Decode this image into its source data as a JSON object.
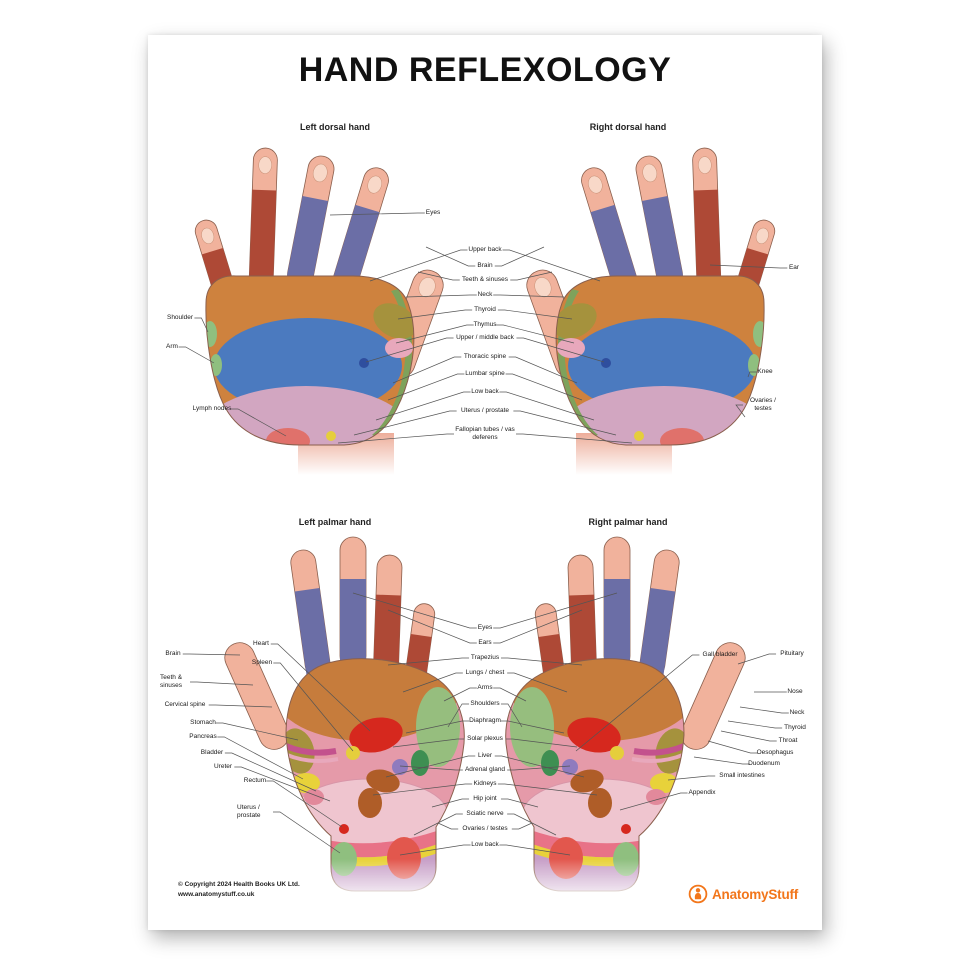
{
  "poster": {
    "title": "HAND REFLEXOLOGY",
    "subtitles": {
      "dorsal_left": "Left dorsal hand",
      "dorsal_right": "Right dorsal hand",
      "palmar_left": "Left palmar hand",
      "palmar_right": "Right palmar hand"
    }
  },
  "labels": {
    "d_eyes": "Eyes",
    "d_shoulder": "Shoulder",
    "d_arm": "Arm",
    "d_lymph_nodes": "Lymph nodes",
    "d_ear": "Ear",
    "d_knee": "Knee",
    "d_ovaries_testes": "Ovaries / testes",
    "d_upper_back": "Upper back",
    "d_brain": "Brain",
    "d_teeth_sinuses": "Teeth & sinuses",
    "d_neck": "Neck",
    "d_thyroid": "Thyroid",
    "d_thymus": "Thymus",
    "d_upper_middle_back": "Upper / middle back",
    "d_thoracic_spine": "Thoracic spine",
    "d_lumbar_spine": "Lumbar spine",
    "d_low_back": "Low back",
    "d_uterus_prostate": "Uterus / prostate",
    "d_fallopian_tubes": "Fallopian tubes / vas deferens",
    "p_heart": "Heart",
    "p_spleen": "Spleen",
    "p_brain": "Brain",
    "p_teeth_sinuses": "Teeth & sinuses",
    "p_cervical_spine": "Cervical spine",
    "p_stomach": "Stomach",
    "p_pancreas": "Pancreas",
    "p_bladder": "Bladder",
    "p_ureter": "Ureter",
    "p_rectum": "Rectum",
    "p_uterus_prostate": "Uterus / prostate",
    "p_eyes": "Eyes",
    "p_ears": "Ears",
    "p_trapezius": "Trapezius",
    "p_lungs_chest": "Lungs / chest",
    "p_arms": "Arms",
    "p_shoulders": "Shoulders",
    "p_diaphragm": "Diaphragm",
    "p_solar_plexus": "Solar plexus",
    "p_liver": "Liver",
    "p_adrenal_gland": "Adrenal gland",
    "p_kidneys": "Kidneys",
    "p_hip_joint": "Hip joint",
    "p_sciatic_nerve": "Sciatic nerve",
    "p_ovaries_testes": "Ovaries / testes",
    "p_low_back": "Low back",
    "p_gall_bladder": "Gall bladder",
    "p_appendix": "Appendix",
    "p_pituitary": "Pituitary",
    "p_nose": "Nose",
    "p_neck": "Neck",
    "p_thyroid": "Thyroid",
    "p_throat": "Throat",
    "p_oesophagus": "Oesophagus",
    "p_duodenum": "Duodenum",
    "p_small_intestines": "Small intestines"
  },
  "footer": {
    "copyright_line1": "© Copyright 2024 Health Books UK Ltd.",
    "copyright_line2": "www.anatomystuff.co.uk",
    "brand": "AnatomyStuff"
  },
  "colors": {
    "brand_orange": "#F2761B",
    "finger_red": "#AE4936",
    "finger_purple": "#6B6EA6",
    "skin": "#F1B29C",
    "dorsal_orange": "#CE823E",
    "dorsal_blue": "#4B7ABF",
    "dorsal_pink": "#D2A6C1",
    "palmar_orange": "#C67C3C",
    "palmar_pink": "#E59AA9",
    "green_edge": "#7EA25B",
    "light_green": "#96BE7E",
    "olive": "#A5923D",
    "yellow": "#E5CE3C",
    "red": "#D6281E",
    "leader_line": "#555555"
  }
}
